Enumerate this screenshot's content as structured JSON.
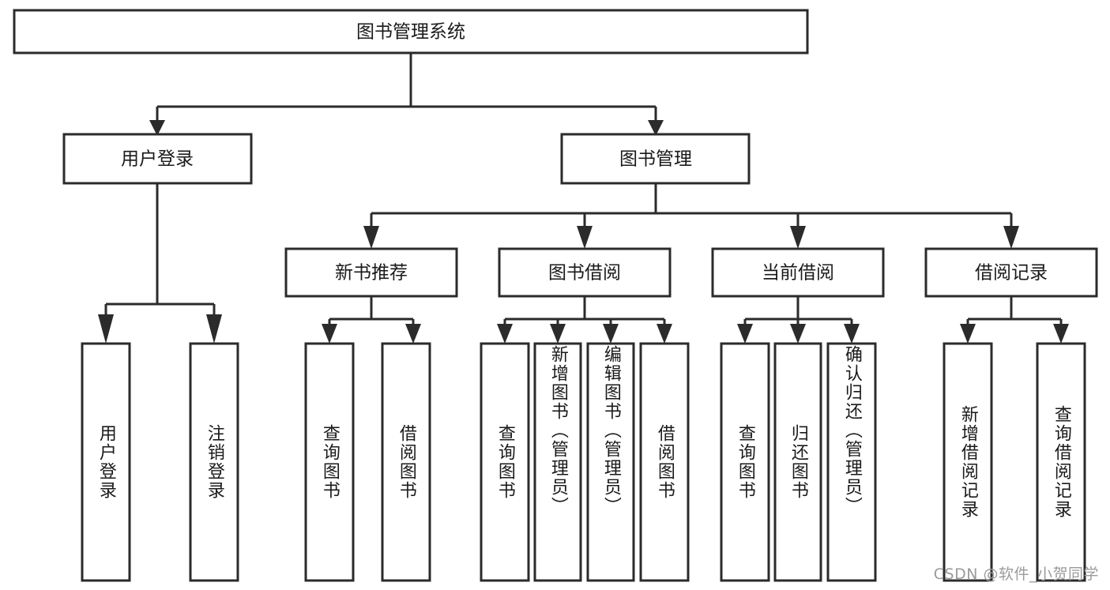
{
  "diagram": {
    "type": "tree",
    "title": "图书管理系统",
    "orientation": "top-down",
    "colors": {
      "stroke": "#2b2b2b",
      "box_fill": "#ffffff",
      "text": "#1a1a1a",
      "watermark": "#9b9b9b",
      "background": "#ffffff"
    },
    "root": {
      "label": "图书管理系统"
    },
    "level2": [
      {
        "label": "用户登录"
      },
      {
        "label": "图书管理"
      }
    ],
    "level3": [
      {
        "label": "新书推荐"
      },
      {
        "label": "图书借阅"
      },
      {
        "label": "当前借阅"
      },
      {
        "label": "借阅记录"
      }
    ],
    "leaves": {
      "user_login": [
        {
          "label": "用户登录"
        },
        {
          "label": "注销登录"
        }
      ],
      "new_book_recommend": [
        {
          "label": "查询图书"
        },
        {
          "label": "借阅图书"
        }
      ],
      "book_borrow": [
        {
          "label": "查询图书"
        },
        {
          "label": "新增图书（管理员）"
        },
        {
          "label": "编辑图书（管理员）"
        },
        {
          "label": "借阅图书"
        }
      ],
      "current_borrow": [
        {
          "label": "查询图书"
        },
        {
          "label": "归还图书"
        },
        {
          "label": "确认归还（管理员）"
        }
      ],
      "borrow_record": [
        {
          "label": "新增借阅记录"
        },
        {
          "label": "查询借阅记录"
        }
      ]
    }
  },
  "watermark": {
    "text": "CSDN @软件_小贺同学"
  }
}
